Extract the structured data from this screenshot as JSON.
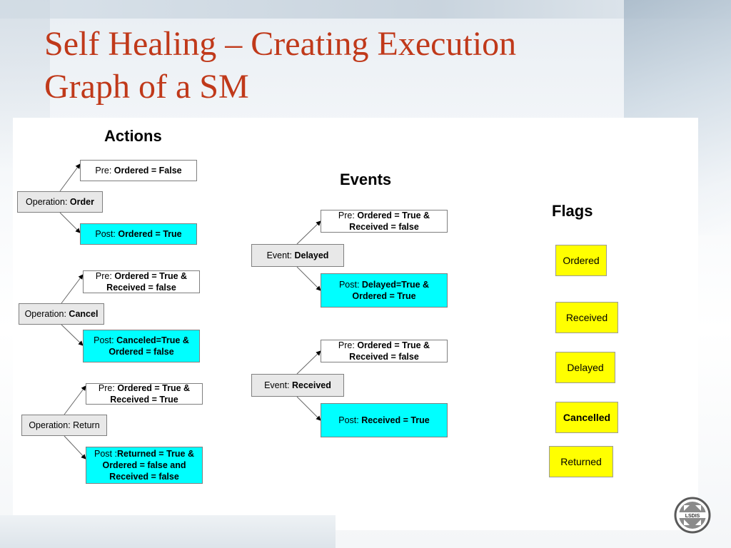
{
  "title": {
    "line1": "Self Healing – Creating Execution",
    "line2": "Graph of a SM"
  },
  "headings": {
    "actions": "Actions",
    "events": "Events",
    "flags": "Flags"
  },
  "actions": [
    {
      "op_prefix": "Operation: ",
      "op_name": "Order",
      "pre_prefix": "Pre: ",
      "pre_text": "Ordered = False",
      "post_prefix": "Post: ",
      "post_text": "Ordered = True"
    },
    {
      "op_prefix": "Operation: ",
      "op_name": "Cancel",
      "pre_prefix": "Pre: ",
      "pre_text": "Ordered = True & Received = false",
      "post_prefix": "Post: ",
      "post_text": "Canceled=True & Ordered = false"
    },
    {
      "op_prefix": "Operation: Return",
      "op_name": "",
      "pre_prefix": "Pre: ",
      "pre_text": "Ordered = True & Received = True",
      "post_prefix": "Post :",
      "post_text": "Returned = True & Ordered = false and Received = false"
    }
  ],
  "events": [
    {
      "ev_prefix": "Event: ",
      "ev_name": "Delayed",
      "pre_prefix": "Pre: ",
      "pre_text": "Ordered = True & Received = false",
      "post_prefix": "Post: ",
      "post_text": "Delayed=True & Ordered = True"
    },
    {
      "ev_prefix": "Event: ",
      "ev_name": "Received",
      "pre_prefix": "Pre: ",
      "pre_text": "Ordered = True & Received = false",
      "post_prefix": "Post: ",
      "post_text": "Received = True"
    }
  ],
  "flags": [
    "Ordered",
    "Received",
    "Delayed",
    "Cancelled",
    "Returned"
  ],
  "colors": {
    "title": "#c0391a",
    "post_box": "#00ffff",
    "flag_box": "#ffff00",
    "operation_box": "#e8e8e8"
  },
  "logo": {
    "icon": "arrows-compass-logo-icon",
    "text": "LSDIS"
  }
}
